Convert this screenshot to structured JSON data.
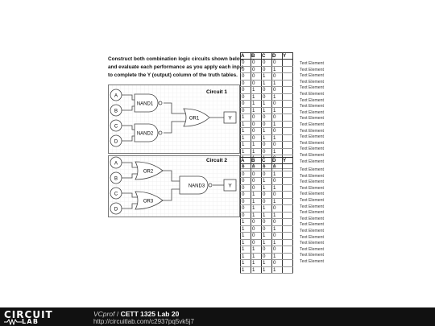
{
  "instructions": {
    "line1": "Construct both combination logic circuits shown below,",
    "line2": "and evaluate each performance as you apply each input",
    "line3": "to complete the Y (output) column of the truth tables."
  },
  "circuit1": {
    "title": "Circuit 1",
    "inputs": [
      "A",
      "B",
      "C",
      "D"
    ],
    "gates": [
      "NAND1",
      "NAND2",
      "OR1"
    ],
    "output": "Y"
  },
  "circuit2": {
    "title": "Circuit 2",
    "inputs": [
      "A",
      "B",
      "C",
      "D"
    ],
    "gates": [
      "OR2",
      "OR3",
      "NAND3"
    ],
    "output": "Y"
  },
  "truth_table_1": {
    "headers": [
      "A",
      "B",
      "C",
      "D",
      "Y"
    ],
    "rows": [
      [
        "0",
        "0",
        "0",
        "0",
        ""
      ],
      [
        "0",
        "0",
        "0",
        "1",
        ""
      ],
      [
        "0",
        "0",
        "1",
        "0",
        ""
      ],
      [
        "0",
        "0",
        "1",
        "1",
        ""
      ],
      [
        "0",
        "1",
        "0",
        "0",
        ""
      ],
      [
        "0",
        "1",
        "0",
        "1",
        ""
      ],
      [
        "0",
        "1",
        "1",
        "0",
        ""
      ],
      [
        "0",
        "1",
        "1",
        "1",
        ""
      ],
      [
        "1",
        "0",
        "0",
        "0",
        ""
      ],
      [
        "1",
        "0",
        "0",
        "1",
        ""
      ],
      [
        "1",
        "0",
        "1",
        "0",
        ""
      ],
      [
        "1",
        "0",
        "1",
        "1",
        ""
      ],
      [
        "1",
        "1",
        "0",
        "0",
        ""
      ],
      [
        "1",
        "1",
        "0",
        "1",
        ""
      ],
      [
        "1",
        "1",
        "1",
        "0",
        ""
      ],
      [
        "1",
        "1",
        "1",
        "1",
        ""
      ]
    ]
  },
  "truth_table_2": {
    "headers": [
      "A",
      "B",
      "C",
      "D",
      "Y"
    ],
    "rows": [
      [
        "0",
        "0",
        "0",
        "0",
        ""
      ],
      [
        "0",
        "0",
        "0",
        "1",
        ""
      ],
      [
        "0",
        "0",
        "1",
        "0",
        ""
      ],
      [
        "0",
        "0",
        "1",
        "1",
        ""
      ],
      [
        "0",
        "1",
        "0",
        "0",
        ""
      ],
      [
        "0",
        "1",
        "0",
        "1",
        ""
      ],
      [
        "0",
        "1",
        "1",
        "0",
        ""
      ],
      [
        "0",
        "1",
        "1",
        "1",
        ""
      ],
      [
        "1",
        "0",
        "0",
        "0",
        ""
      ],
      [
        "1",
        "0",
        "0",
        "1",
        ""
      ],
      [
        "1",
        "0",
        "1",
        "0",
        ""
      ],
      [
        "1",
        "0",
        "1",
        "1",
        ""
      ],
      [
        "1",
        "1",
        "0",
        "0",
        ""
      ],
      [
        "1",
        "1",
        "0",
        "1",
        ""
      ],
      [
        "1",
        "1",
        "1",
        "0",
        ""
      ],
      [
        "1",
        "1",
        "1",
        "1",
        ""
      ]
    ]
  },
  "text_elements": [
    "Text Element",
    "Text Element",
    "Text Element",
    "Text Element",
    "Text Element",
    "Text Element",
    "Text Element",
    "Text Element",
    "Text Element",
    "Text Element",
    "Text Element",
    "Text Element",
    "Text Element",
    "Text Element",
    "Text Element",
    "Text Element",
    "Text Element",
    "Text Element",
    "Text Element",
    "Text Element",
    "Text Element",
    "Text Element",
    "Text Element",
    "Text Element",
    "Text Element",
    "Text Element",
    "Text Element",
    "Text Element",
    "Text Element",
    "Text Element",
    "Text Element",
    "Text Element",
    "Text Element"
  ],
  "footer": {
    "logo_top": "CIRCUIT",
    "logo_bottom": "LAB",
    "author": "VCprof",
    "separator": " / ",
    "title": "CETT 1325 Lab 20",
    "url": "http://circuitlab.com/c2937pq5vk5j7"
  },
  "colors": {
    "footer_bg": "#111111",
    "wire": "#444444",
    "grid": "#e6e6e6"
  }
}
